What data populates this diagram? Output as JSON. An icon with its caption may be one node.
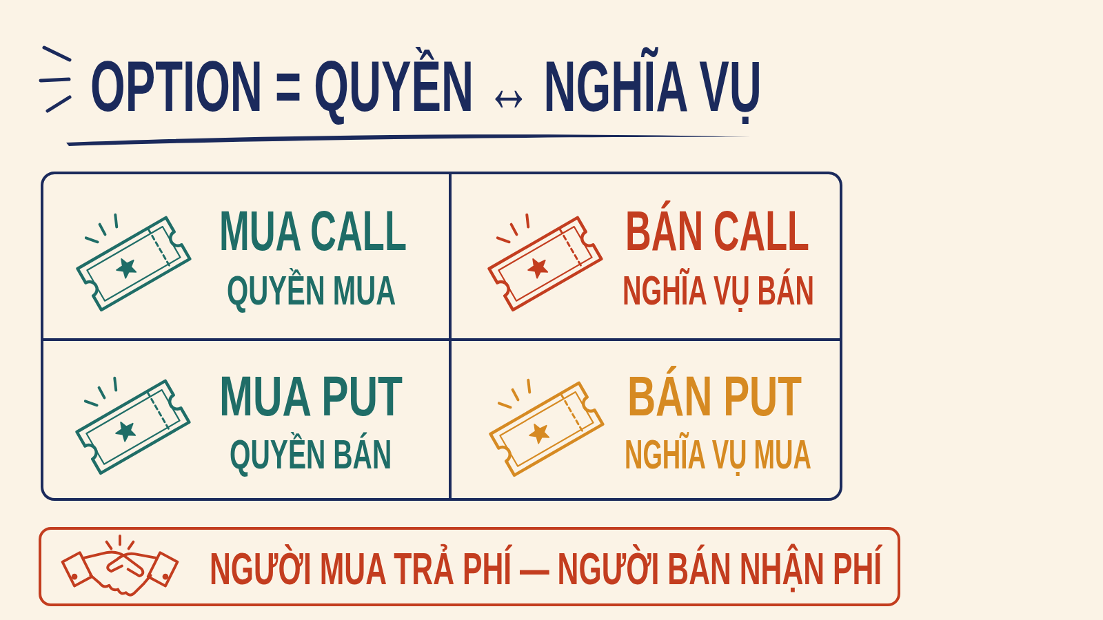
{
  "diagram": {
    "title": "OPTION = QUYỀN ↔ NGHĨA VỤ",
    "nodes": [
      {
        "text": [
          "MUA CALL",
          "QUYỀN MUA"
        ]
      },
      {
        "text": [
          "BÁN CALL",
          "NGHĨA VỤ BÁN"
        ]
      },
      {
        "text": [
          "MUA PUT",
          "QUYỀN BÁN"
        ]
      },
      {
        "text": [
          "BÁN PUT",
          "NGHĨA VỤ MUA"
        ]
      },
      {
        "text": [
          "NGƯỜI MUA TRẢ PHÍ — NGƯỜI BÁN NHẬN PHÍ"
        ]
      }
    ]
  }
}
